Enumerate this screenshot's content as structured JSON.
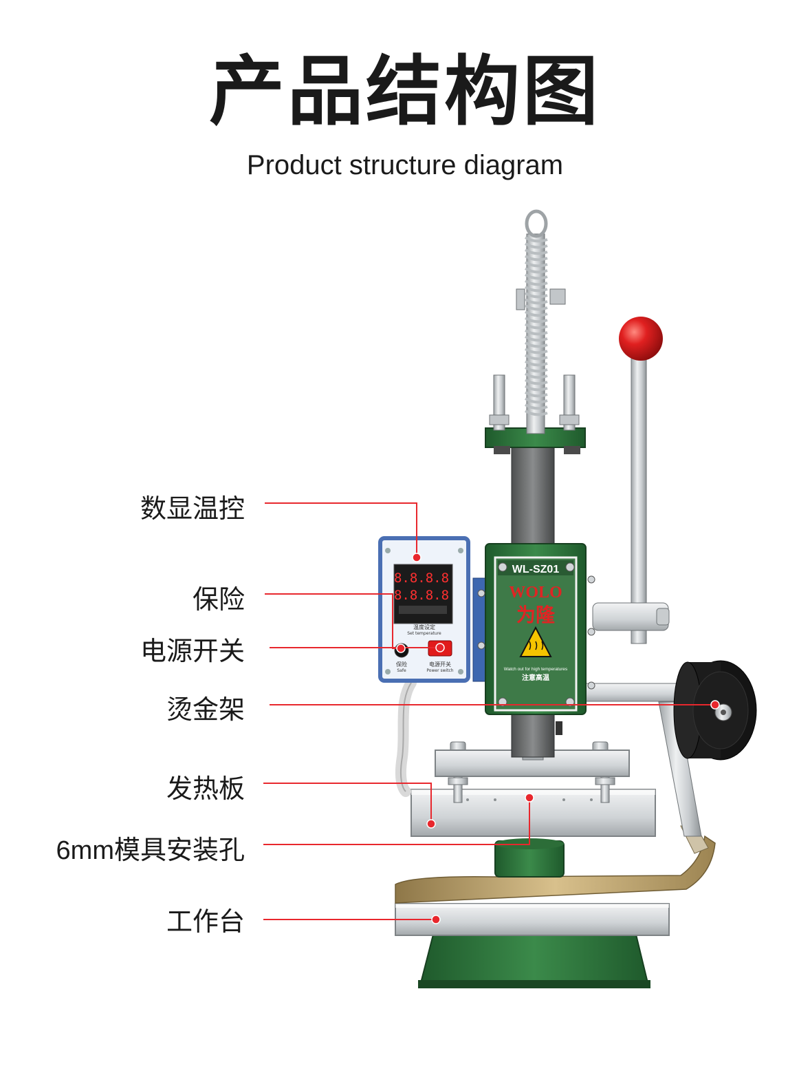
{
  "header": {
    "title_cn": "产品结构图",
    "title_en": "Product structure diagram"
  },
  "callouts": [
    {
      "id": "temp-control",
      "label": "数显温控"
    },
    {
      "id": "fuse",
      "label": "保险"
    },
    {
      "id": "power-switch",
      "label": "电源开关"
    },
    {
      "id": "foil-holder",
      "label": "烫金架"
    },
    {
      "id": "heating-plate",
      "label": "发热板"
    },
    {
      "id": "mold-hole",
      "label": "6mm模具安装孔"
    },
    {
      "id": "worktable",
      "label": "工作台"
    }
  ],
  "machine": {
    "model_plate": "WL-SZ01",
    "brand_en": "WOLO",
    "brand_cn": "为隆",
    "warning_en": "Watch out for high temperatures",
    "warning_cn": "注意高温",
    "display_top": "8.8.8.8",
    "display_bottom": "8.8.8.8",
    "panel_caption_cn": "温度设定",
    "panel_caption_en": "Set temperature",
    "safe_cn": "保险",
    "safe_en": "Safe",
    "switch_cn": "电源开关",
    "switch_en": "Power switch"
  },
  "colors": {
    "callout_line": "#e8272d",
    "machine_green": "#2f6b3c",
    "knob_red": "#d81e1e",
    "foil_gold": "#b89d68"
  }
}
